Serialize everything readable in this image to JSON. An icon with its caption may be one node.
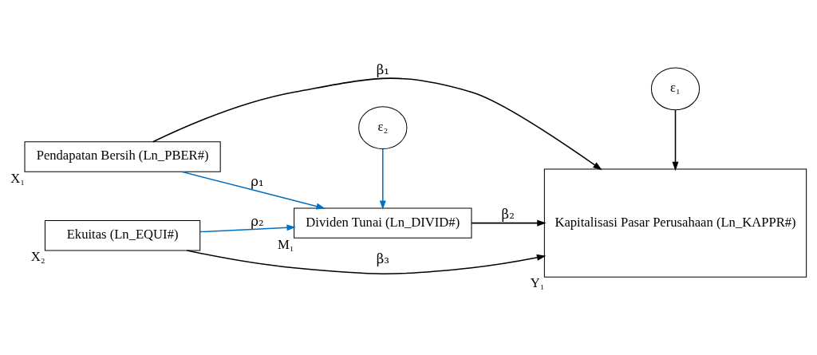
{
  "diagram": {
    "nodes": [
      {
        "text": [
          "Pendapatan Bersih (Ln_PBER#)"
        ],
        "beside": [
          "X₁"
        ]
      },
      {
        "text": [
          "Dividen Tunai (Ln_DIVID#)"
        ],
        "beside": [
          "M₁"
        ]
      },
      {
        "text": [
          "Ekuitas (Ln_EQUI#)"
        ],
        "beside": [
          "X₂"
        ]
      },
      {
        "text": [
          "Kapitalisasi Pasar Perusahaan (Ln_KAPPR#)"
        ],
        "beside": [
          "Y₁"
        ]
      },
      {
        "text": [
          "ε₁"
        ]
      },
      {
        "text": [
          "ε₂"
        ]
      }
    ],
    "edges": [
      {
        "from": 0,
        "to": 3,
        "arrow": "to",
        "label": "β₁"
      },
      {
        "from": 0,
        "to": 1,
        "arrow": "to",
        "label": "ρ₁",
        "color": "#0070c0"
      },
      {
        "from": 2,
        "to": 1,
        "arrow": "to",
        "label": "ρ₂",
        "color": "#0070c0"
      },
      {
        "from": 1,
        "to": 3,
        "arrow": "to",
        "label": "β₂"
      },
      {
        "from": 2,
        "to": 3,
        "arrow": "to",
        "label": "β₃"
      },
      {
        "from": 4,
        "to": 3,
        "arrow": "to"
      },
      {
        "from": 5,
        "to": 1,
        "arrow": "to",
        "color": "#0070c0"
      }
    ]
  }
}
